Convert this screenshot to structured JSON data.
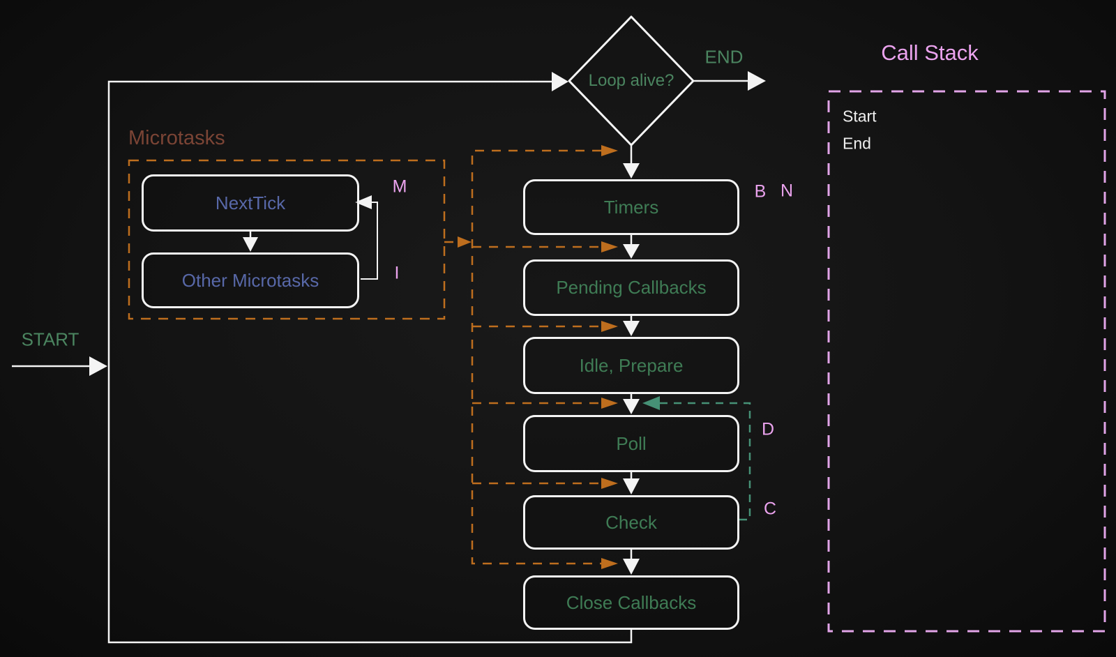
{
  "flow": {
    "start_label": "START",
    "end_label": "END",
    "decision_label": "Loop alive?",
    "phases": [
      {
        "label": "Timers"
      },
      {
        "label": "Pending Callbacks"
      },
      {
        "label": "Idle, Prepare"
      },
      {
        "label": "Poll"
      },
      {
        "label": "Check"
      },
      {
        "label": "Close Callbacks"
      }
    ]
  },
  "microtasks": {
    "title": "Microtasks",
    "nodes": [
      {
        "label": "NextTick"
      },
      {
        "label": "Other Microtasks"
      }
    ]
  },
  "annotations": {
    "m": "M",
    "i": "I",
    "b": "B",
    "n": "N",
    "d": "D",
    "c": "C"
  },
  "call_stack": {
    "title": "Call Stack",
    "items": [
      "Start",
      "End"
    ]
  },
  "colors": {
    "background": "#131313",
    "stroke_white": "#f4f4f4",
    "phase_text_green": "#3f7c55",
    "label_green": "#4b8560",
    "microtask_text_blue": "#5868a8",
    "microtasks_title_brown": "#7b4435",
    "dash_orange": "#be6e1e",
    "dash_pink": "#e2a4e8",
    "dash_teal": "#469176",
    "annotation_pink": "#eba3ee",
    "stack_item_white": "#efefef"
  }
}
